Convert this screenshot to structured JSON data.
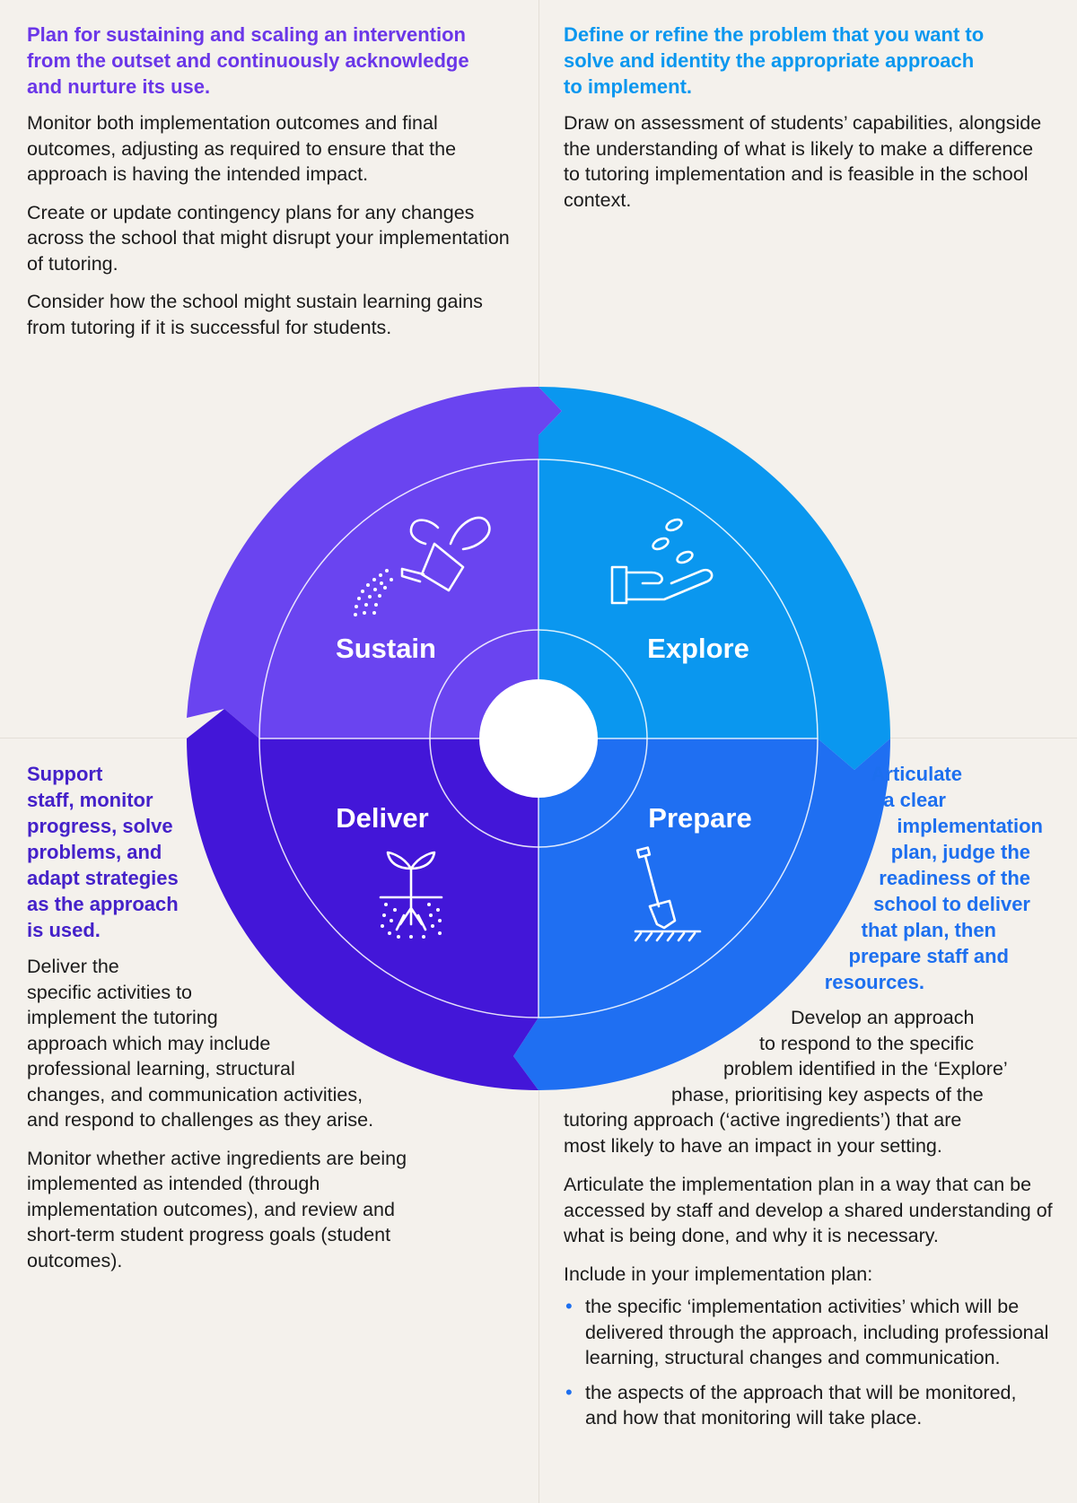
{
  "colors": {
    "background": "#f4f1ec",
    "sustain": "#6a44f0",
    "sustain_outer": "#6b45f2",
    "explore": "#0a97ef",
    "prepare": "#1f6ff2",
    "deliver": "#4316d8",
    "heading_purple": "#6a36e8",
    "heading_blue": "#0a97ef",
    "heading_dark_purple": "#4421c9",
    "heading_mid_blue": "#1d6fef"
  },
  "wheel": {
    "sustain_label": "Sustain",
    "explore_label": "Explore",
    "deliver_label": "Deliver",
    "prepare_label": "Prepare",
    "icons": {
      "sustain": "watering-can-icon",
      "explore": "hand-with-seeds-icon",
      "deliver": "sprouting-plant-icon",
      "prepare": "spade-icon"
    }
  },
  "sustain": {
    "heading": [
      "Plan for sustaining and scaling an intervention",
      "from the outset and continuously acknowledge",
      "and nurture its use."
    ],
    "paragraphs": [
      "Monitor both implementation outcomes and final outcomes, adjusting as required to ensure that the approach is having the intended impact.",
      "Create or update contingency plans for any changes across the school that might disrupt your implementation of tutoring.",
      "Consider how the school might sustain learning gains from tutoring if it is successful for students."
    ]
  },
  "explore": {
    "heading": [
      "Define or refine the problem that you want to",
      "solve and identity the appropriate approach",
      "to implement."
    ],
    "paragraphs": [
      "Draw on assessment of students’ capabilities, alongside the understanding of what is likely to make a difference to tutoring implementation and is feasible in the school context."
    ]
  },
  "deliver": {
    "heading": [
      "Support",
      "staff, monitor",
      "progress, solve",
      "problems, and",
      "adapt strategies",
      "as the approach",
      "is used."
    ],
    "paragraph1_lines": [
      "Deliver the",
      "specific activities to",
      "implement the tutoring",
      "approach which may include",
      "professional learning, structural",
      "changes, and communication activities,",
      "and respond to challenges as they arise."
    ],
    "paragraph2": "Monitor whether active ingredients are being implemented as intended (through implementation outcomes), and review and short-term student progress goals (student outcomes)."
  },
  "prepare": {
    "heading": [
      "Articulate",
      "a clear",
      "implementation",
      "plan, judge the",
      "readiness of the",
      "school to deliver",
      "that plan, then",
      "prepare staff and",
      "resources."
    ],
    "paragraph1_lines": [
      "Develop an approach",
      "to respond to the specific",
      "problem identified in the ‘Explore’",
      "phase, prioritising key aspects of the",
      "tutoring approach (‘active ingredients’) that are",
      "most likely to have an impact in your setting."
    ],
    "paragraph2": "Articulate the implementation plan in a way that can be accessed by staff and develop a shared understanding of what is being done, and why it is necessary.",
    "paragraph3": "Include in your implementation plan:",
    "bullets": [
      "the specific ‘implementation activities’ which will be delivered through the approach, including professional learning, structural changes and communication.",
      "the aspects of the approach that will be monitored, and how that monitoring will take place."
    ]
  }
}
